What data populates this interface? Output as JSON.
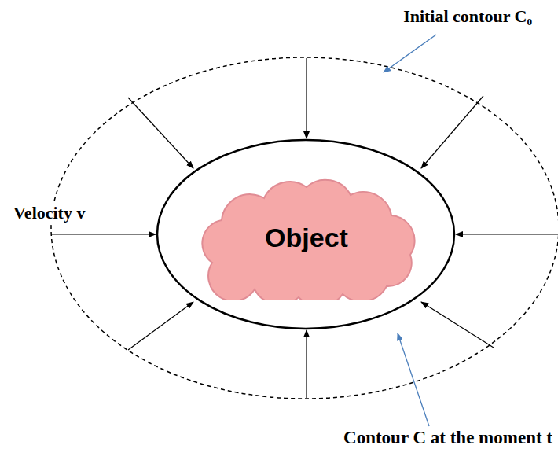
{
  "diagram": {
    "nodes": [
      {
        "text": [
          "Object"
        ]
      }
    ],
    "labels": [
      "Initial contour C₀",
      "Velocity v",
      "Contour C at the moment t"
    ]
  }
}
